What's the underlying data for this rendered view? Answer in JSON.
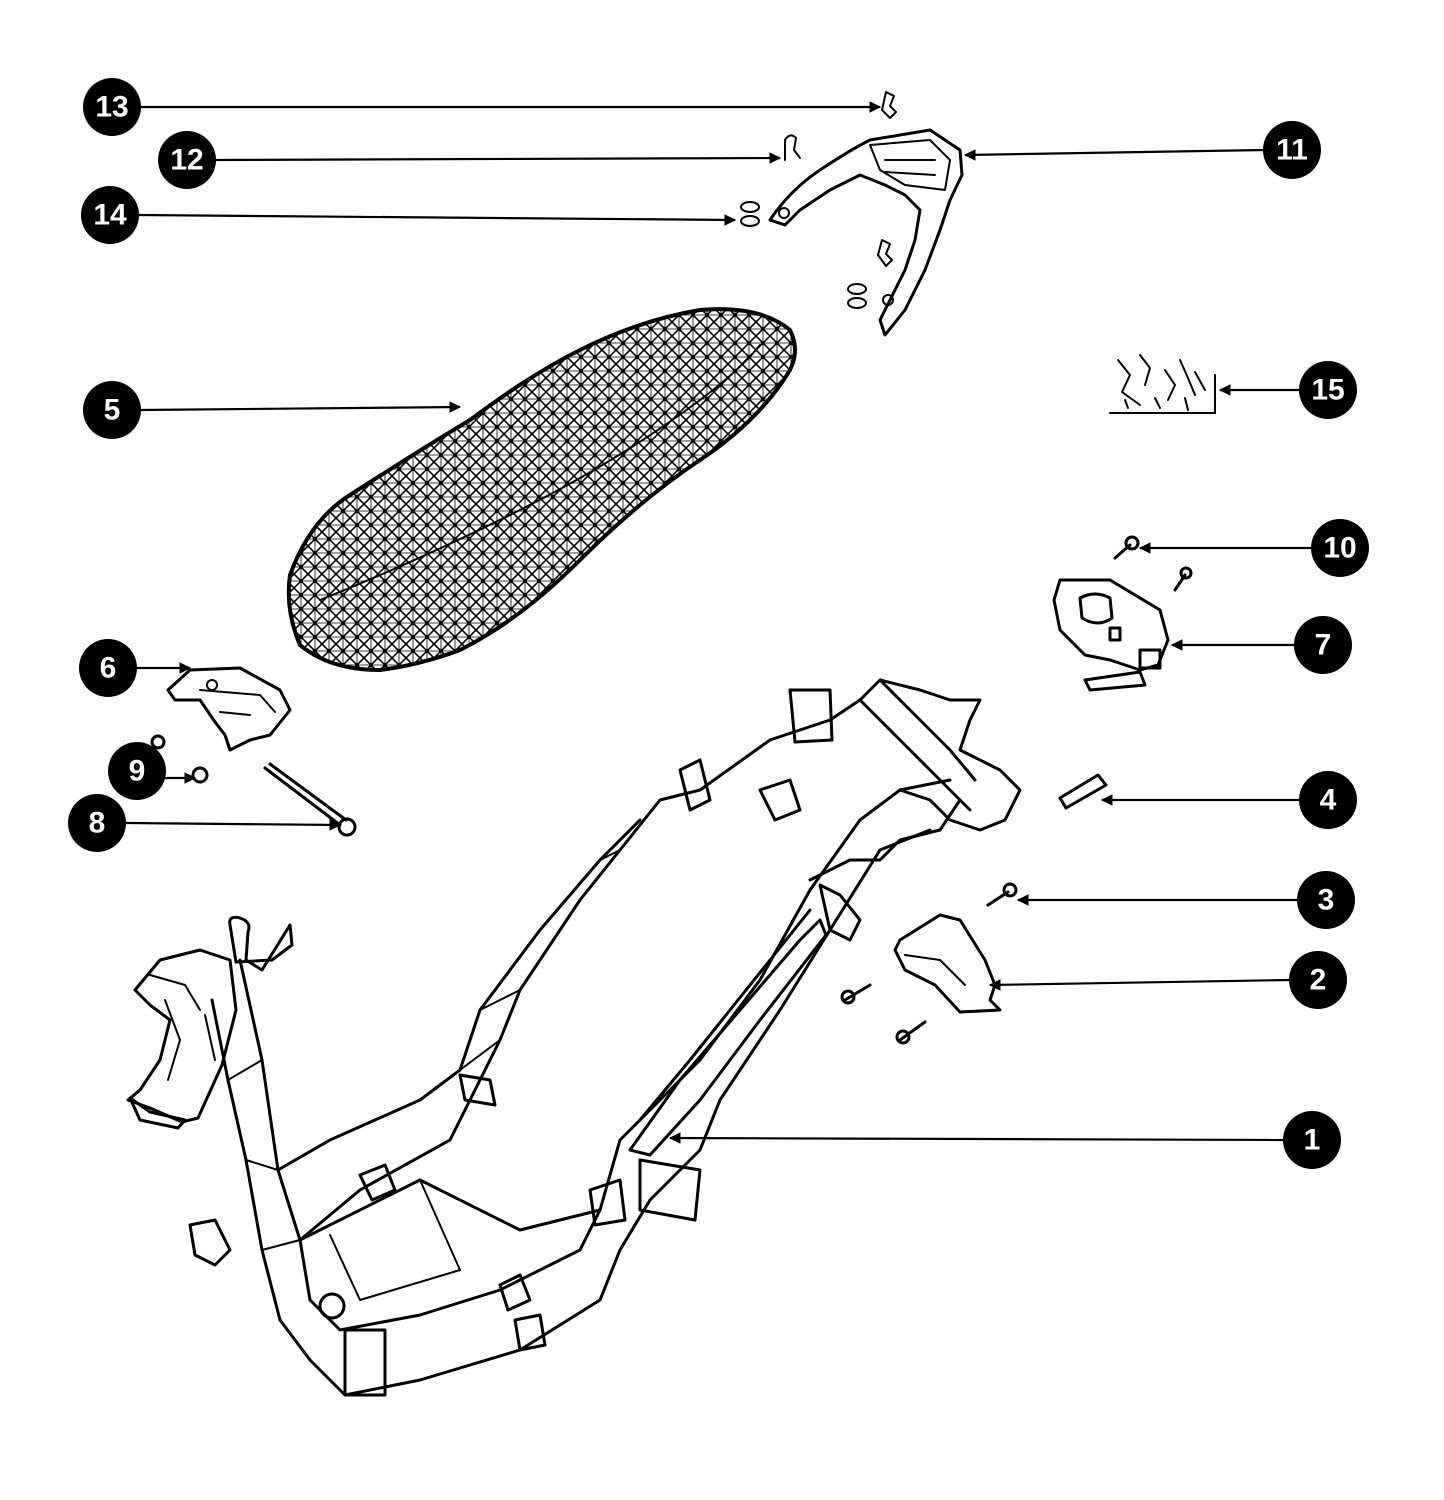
{
  "callouts": {
    "c1": "1",
    "c2": "2",
    "c3": "3",
    "c4": "4",
    "c5": "5",
    "c6": "6",
    "c7": "7",
    "c8": "8",
    "c9": "9",
    "c10": "10",
    "c11": "11",
    "c12": "12",
    "c13": "13",
    "c14": "14",
    "c15": "15"
  },
  "colors": {
    "line": "#000000",
    "background": "#ffffff",
    "callout_text": "#ffffff"
  }
}
